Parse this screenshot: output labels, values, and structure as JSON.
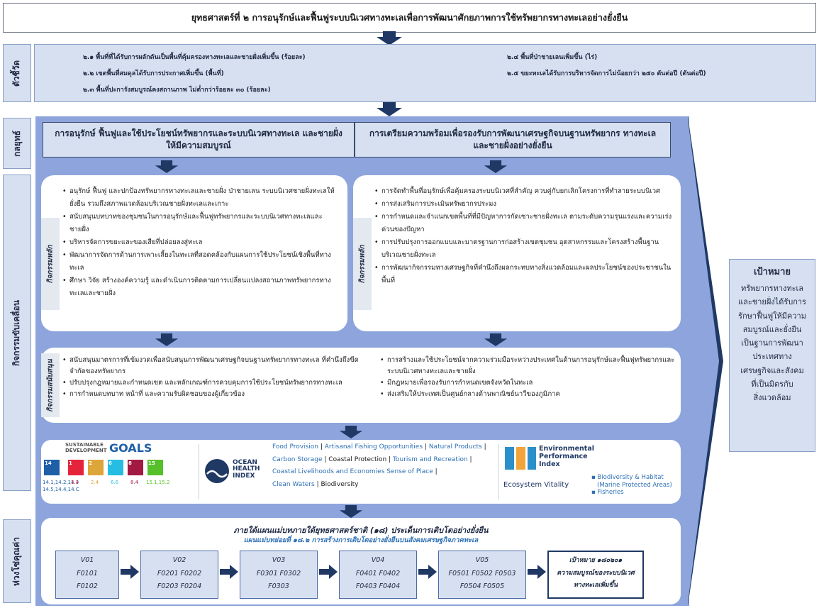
{
  "title": "ยุทธศาสตร์ที่ ๒ การอนุรักษ์และฟื้นฟูระบบนิเวศทางทะเลเพื่อการพัฒนาศักยภาพการใช้ทรัพยากรทางทะเลอย่างยั่งยืน",
  "labels": {
    "indicators": "ตัวชี้วัด",
    "strategy": "กลยุทธ์",
    "drivers": "กิจกรรมขับเคลื่อน",
    "value_chain": "ห่วงโซ่คุณค่า",
    "main_activities": "กิจกรรมหลัก",
    "support_activities": "กิจกรรมสนับสนุน"
  },
  "indicators": {
    "i1": "๒.๑ พื้นที่ที่ได้รับการผลักดันเป็นพื้นที่คุ้มครองทางทะเลและชายฝั่งเพิ่มขึ้น (ร้อยละ)",
    "i2": "๒.๒ เขตพื้นที่สมดุลได้รับการประกาศเพิ่มขึ้น (พื้นที่)",
    "i3": "๒.๓ พื้นที่ปะการังสมบูรณ์คงสถานภาพ ไม่ต่ำกว่าร้อยละ ๓๐ (ร้อยละ)",
    "i4": "๒.๔ พื้นที่ป่าชายเลนเพิ่มขึ้น (ไร่)",
    "i5": "๒.๕ ขยะทะเลได้รับการบริหารจัดการไม่น้อยกว่า ๒๕๐ ตันต่อปี (ตันต่อปี)"
  },
  "strategies": {
    "left": "การอนุรักษ์ ฟื้นฟูและใช้ประโยชน์ทรัพยากรและระบบนิเวศทางทะเล และชายฝั่งให้มีความสมบูรณ์",
    "right": "การเตรียมความพร้อมเพื่อรองรับการพัฒนาเศรษฐกิจบนฐานทรัพยากร ทางทะเลและชายฝั่งอย่างยั่งยืน"
  },
  "main_left": [
    "อนุรักษ์ ฟื้นฟู และปกป้องทรัพยากรทางทะเลและชายฝั่ง ป่าชายเลน ระบบนิเวศชายฝั่งทะเลให้ยั่งยืน รวมถึงสภาพแวดล้อมบริเวณชายฝั่งทะเลและเกาะ",
    "สนับสนุนบทบาทของชุมชนในการอนุรักษ์และฟื้นฟูทรัพยากรและระบบนิเวศทางทะเลและชายฝั่ง",
    "บริหารจัดการขยะและของเสียที่ปล่อยลงสู่ทะเล",
    "พัฒนาการจัดการด้านการเพาะเลี้ยงในทะเลที่สอดคล้องกับแผนการใช้ประโยชน์เชิงพื้นที่ทางทะเล",
    "ศึกษา วิจัย สร้างองค์ความรู้ และดำเนินการติดตามการเปลี่ยนแปลงสถานภาพทรัพยากรทางทะเลและชายฝั่ง"
  ],
  "main_right": [
    "การจัดทำพื้นที่อนุรักษ์เพื่อคุ้มครองระบบนิเวศที่สำคัญ ควบคู่กับยกเลิกโครงการที่ทำลายระบบนิเวศ",
    "การส่งเสริมการประเมินทรัพยากรประมง",
    "การกำหนดและจำแนกเขตพื้นที่ที่มีปัญหาการกัดเซาะชายฝั่งทะเล ตามระดับความรุนแรงและความเร่งด่วนของปัญหา",
    "การปรับปรุงการออกแบบและมาตรฐานการก่อสร้างเขตชุมชน อุตสาหกรรมและโครงสร้างพื้นฐานบริเวณชายฝั่งทะเล",
    "การพัฒนากิจกรรมทางเศรษฐกิจที่คำนึงถึงผลกระทบทางสิ่งแวดล้อมและผลประโยชน์ของประชาชนในพื้นที่"
  ],
  "support_left": [
    "สนับสนุนมาตรการที่เข้มงวดเพื่อสนับสนุนการพัฒนาเศรษฐกิจบนฐานทรัพยากรทางทะเล ที่คำนึงถึงขีดจำกัดของทรัพยากร",
    "ปรับปรุงกฎหมายและกำหนดเขต และหลักเกณฑ์การควบคุมการใช้ประโยชน์ทรัพยากรทางทะเล",
    "การกำหนดบทบาท หน้าที่ และความรับผิดชอบของผู้เกี่ยวข้อง"
  ],
  "support_right": [
    "การสร้างและใช้ประโยชน์จากความร่วมมือระหว่างประเทศในด้านการอนุรักษ์และฟื้นฟูทรัพยากรและระบบนิเวศทางทะเลและชายฝั่ง",
    "มีกฎหมายเพื่อรองรับการกำหนดเขตจังหวัดในทะเล",
    "ส่งเสริมให้ประเทศเป็นศูนย์กลางด้านพาณิชย์นาวีของภูมิภาค"
  ],
  "goal": {
    "title": "เป้าหมาย",
    "text": [
      "ทรัพยากรทางทะเล",
      "และชายฝั่งได้รับการ",
      "รักษาฟื้นฟูให้มีความ",
      "สมบูรณ์และยั่งยืน",
      "เป็นฐานการพัฒนา",
      "ประเทศทาง",
      "เศรษฐกิจและสังคม",
      "ที่เป็นมิตรกับ",
      "สิ่งแวดล้อม"
    ]
  },
  "sdg": {
    "logo_line1": "SUSTAINABLE",
    "logo_line2": "DEVELOPMENT",
    "logo_goals": "GOALS",
    "codes_left": "14.1,14.2,14.3",
    "codes_left2": "14.5,14.4,14.C",
    "nums": [
      "1.4",
      "2.4",
      "6.6",
      "8.4",
      "15.1,15.2"
    ],
    "colors": [
      "#1e5fa8",
      "#e5243b",
      "#dda63a",
      "#26bde2",
      "#a21942",
      "#56c02b"
    ]
  },
  "ohi": {
    "name1": "OCEAN",
    "name2": "HEALTH",
    "name3": "INDEX",
    "line1a": "Food Provision",
    "line1b": "Artisanal Fishing Opportunities",
    "line1c": "Natural Products",
    "line2a": "Carbon Storage",
    "line2b": "Coastal Protection",
    "line2c": "Tourism and Recreation",
    "line3": "Coastal Livelihoods and Economies Sense of Place",
    "line4a": "Clean Waters",
    "line4b": "Biodiversity"
  },
  "epi": {
    "title1": "Environmental",
    "title2": "Performance",
    "title3": "Index",
    "vitality": "Ecosystem Vitality",
    "item1": "Biodiversity & Habitat",
    "item1b": "(Marine Protected Areas)",
    "item2": "Fisheries"
  },
  "value_chain": {
    "heading": "ภายใต้แผนแม่บทภายใต้ยุทธศาสตร์ชาติ (๑๘) ประเด็นการเติบโตอย่างยั่งยืน",
    "subheading": "แผนแม่บทย่อยที่ ๑๘.๒ การสร้างการเติบโตอย่างยั่งยืนบนสังคมเศรษฐกิจภาคทะเล",
    "boxes": [
      {
        "code": "V01",
        "l1": "F0101",
        "l2": "F0102"
      },
      {
        "code": "V02",
        "l1": "F0201 F0202",
        "l2": "F0203 F0204"
      },
      {
        "code": "V03",
        "l1": "F0301 F0302",
        "l2": "F0303"
      },
      {
        "code": "V04",
        "l1": "F0401 F0402",
        "l2": "F0403 F0404"
      },
      {
        "code": "V05",
        "l1": "F0501 F0502 F0503",
        "l2": "F0504 F0505"
      }
    ],
    "target_l1": "เป้าหมาย ๑๘๐๒๐๑",
    "target_l2": "ความสมบูรณ์ของระบบนิเวศ",
    "target_l3": "ทางทะเลเพิ่มขึ้น"
  },
  "colors": {
    "panel_blue": "#8da5dc",
    "light_blue": "#d6e0f0",
    "dark_navy": "#1f3864",
    "arrow": "#1f3864"
  }
}
